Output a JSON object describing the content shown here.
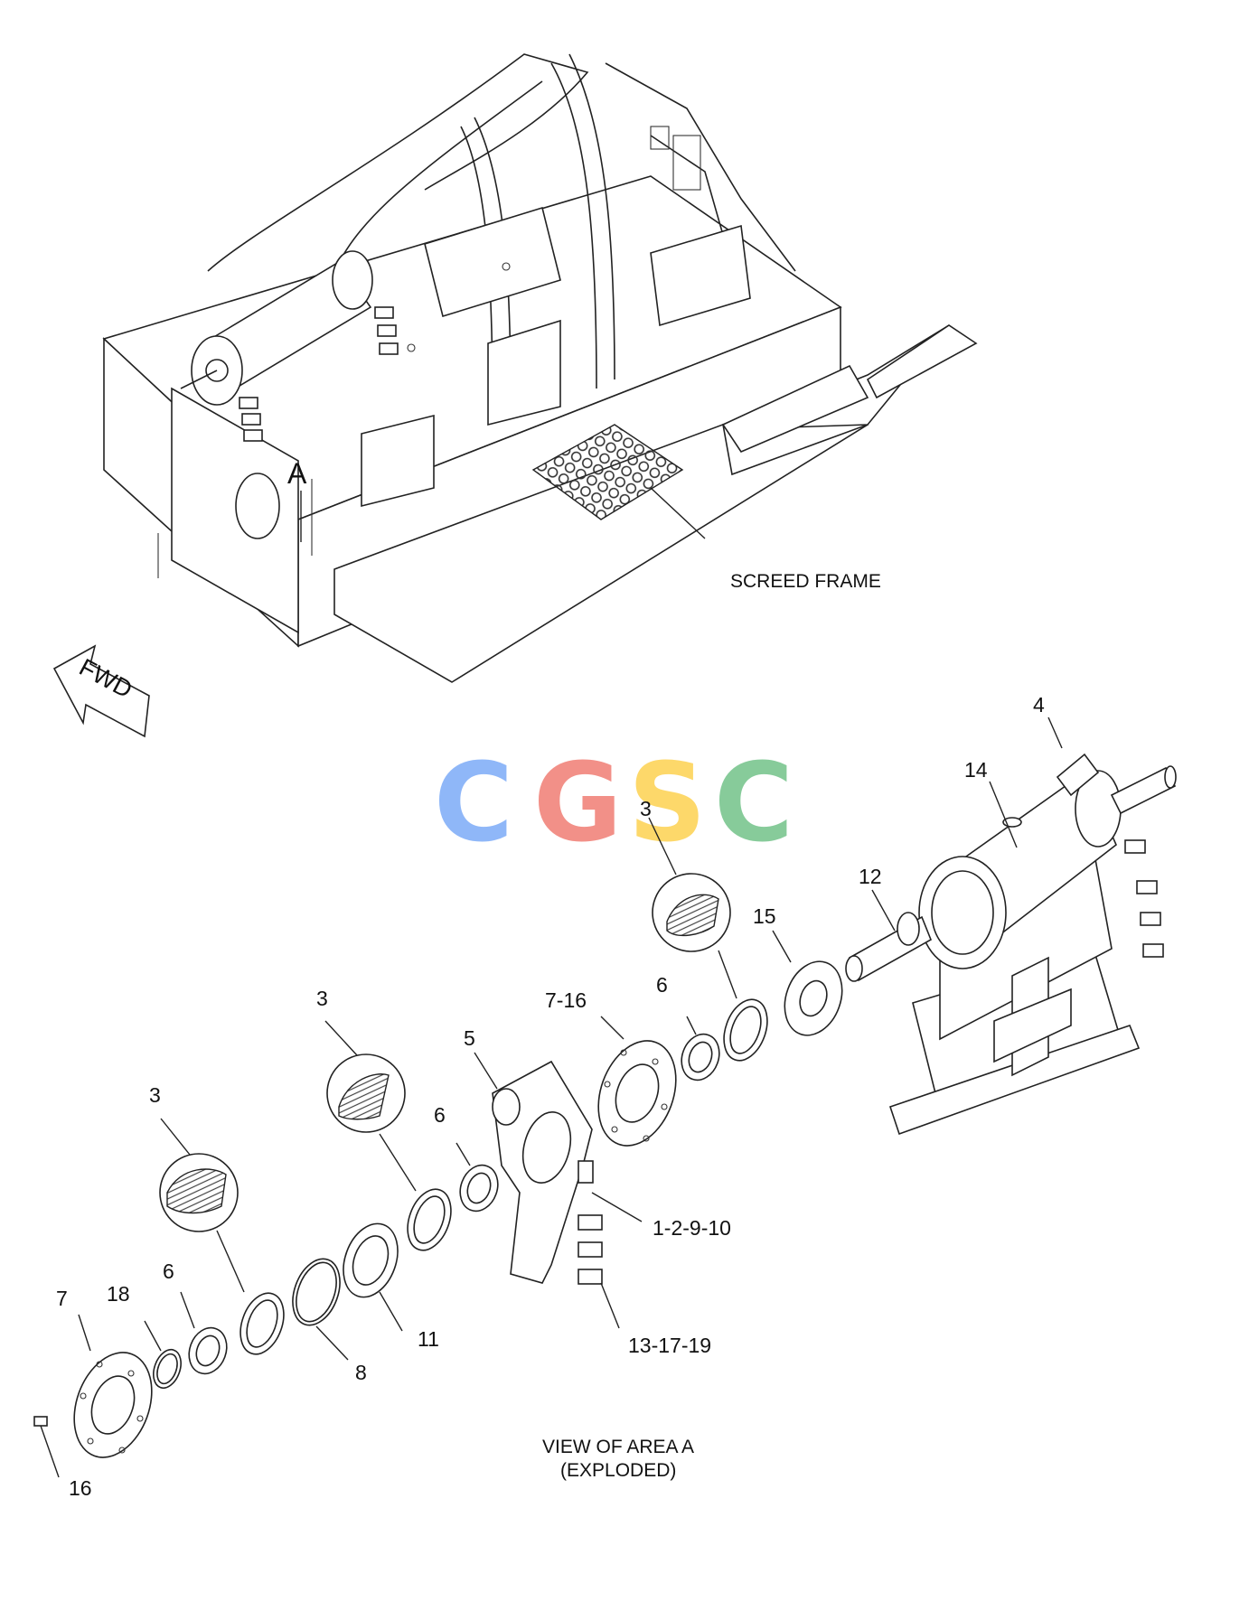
{
  "labels": {
    "screed_frame": "SCREED FRAME",
    "area": "A",
    "fwd": "FWD",
    "view_line1": "VIEW OF AREA A",
    "view_line2": "(EXPLODED)"
  },
  "watermark": {
    "letters": [
      "C",
      "G",
      "S",
      "C"
    ],
    "colors": [
      "#8ab4f8",
      "#f28b82",
      "#fdd663",
      "#81c995"
    ]
  },
  "callouts": {
    "c4": "4",
    "c14": "14",
    "c12": "12",
    "c15": "15",
    "c3a": "3",
    "c6a": "6",
    "c716": "7-16",
    "c5": "5",
    "c3b": "3",
    "c6b": "6",
    "c3c": "3",
    "c12910": "1-2-9-10",
    "c6c": "6",
    "c18": "18",
    "c7": "7",
    "c8": "8",
    "c11": "11",
    "c131719": "13-17-19",
    "c16": "16"
  },
  "colors": {
    "ink": "#222222",
    "mesh": "#333333"
  }
}
